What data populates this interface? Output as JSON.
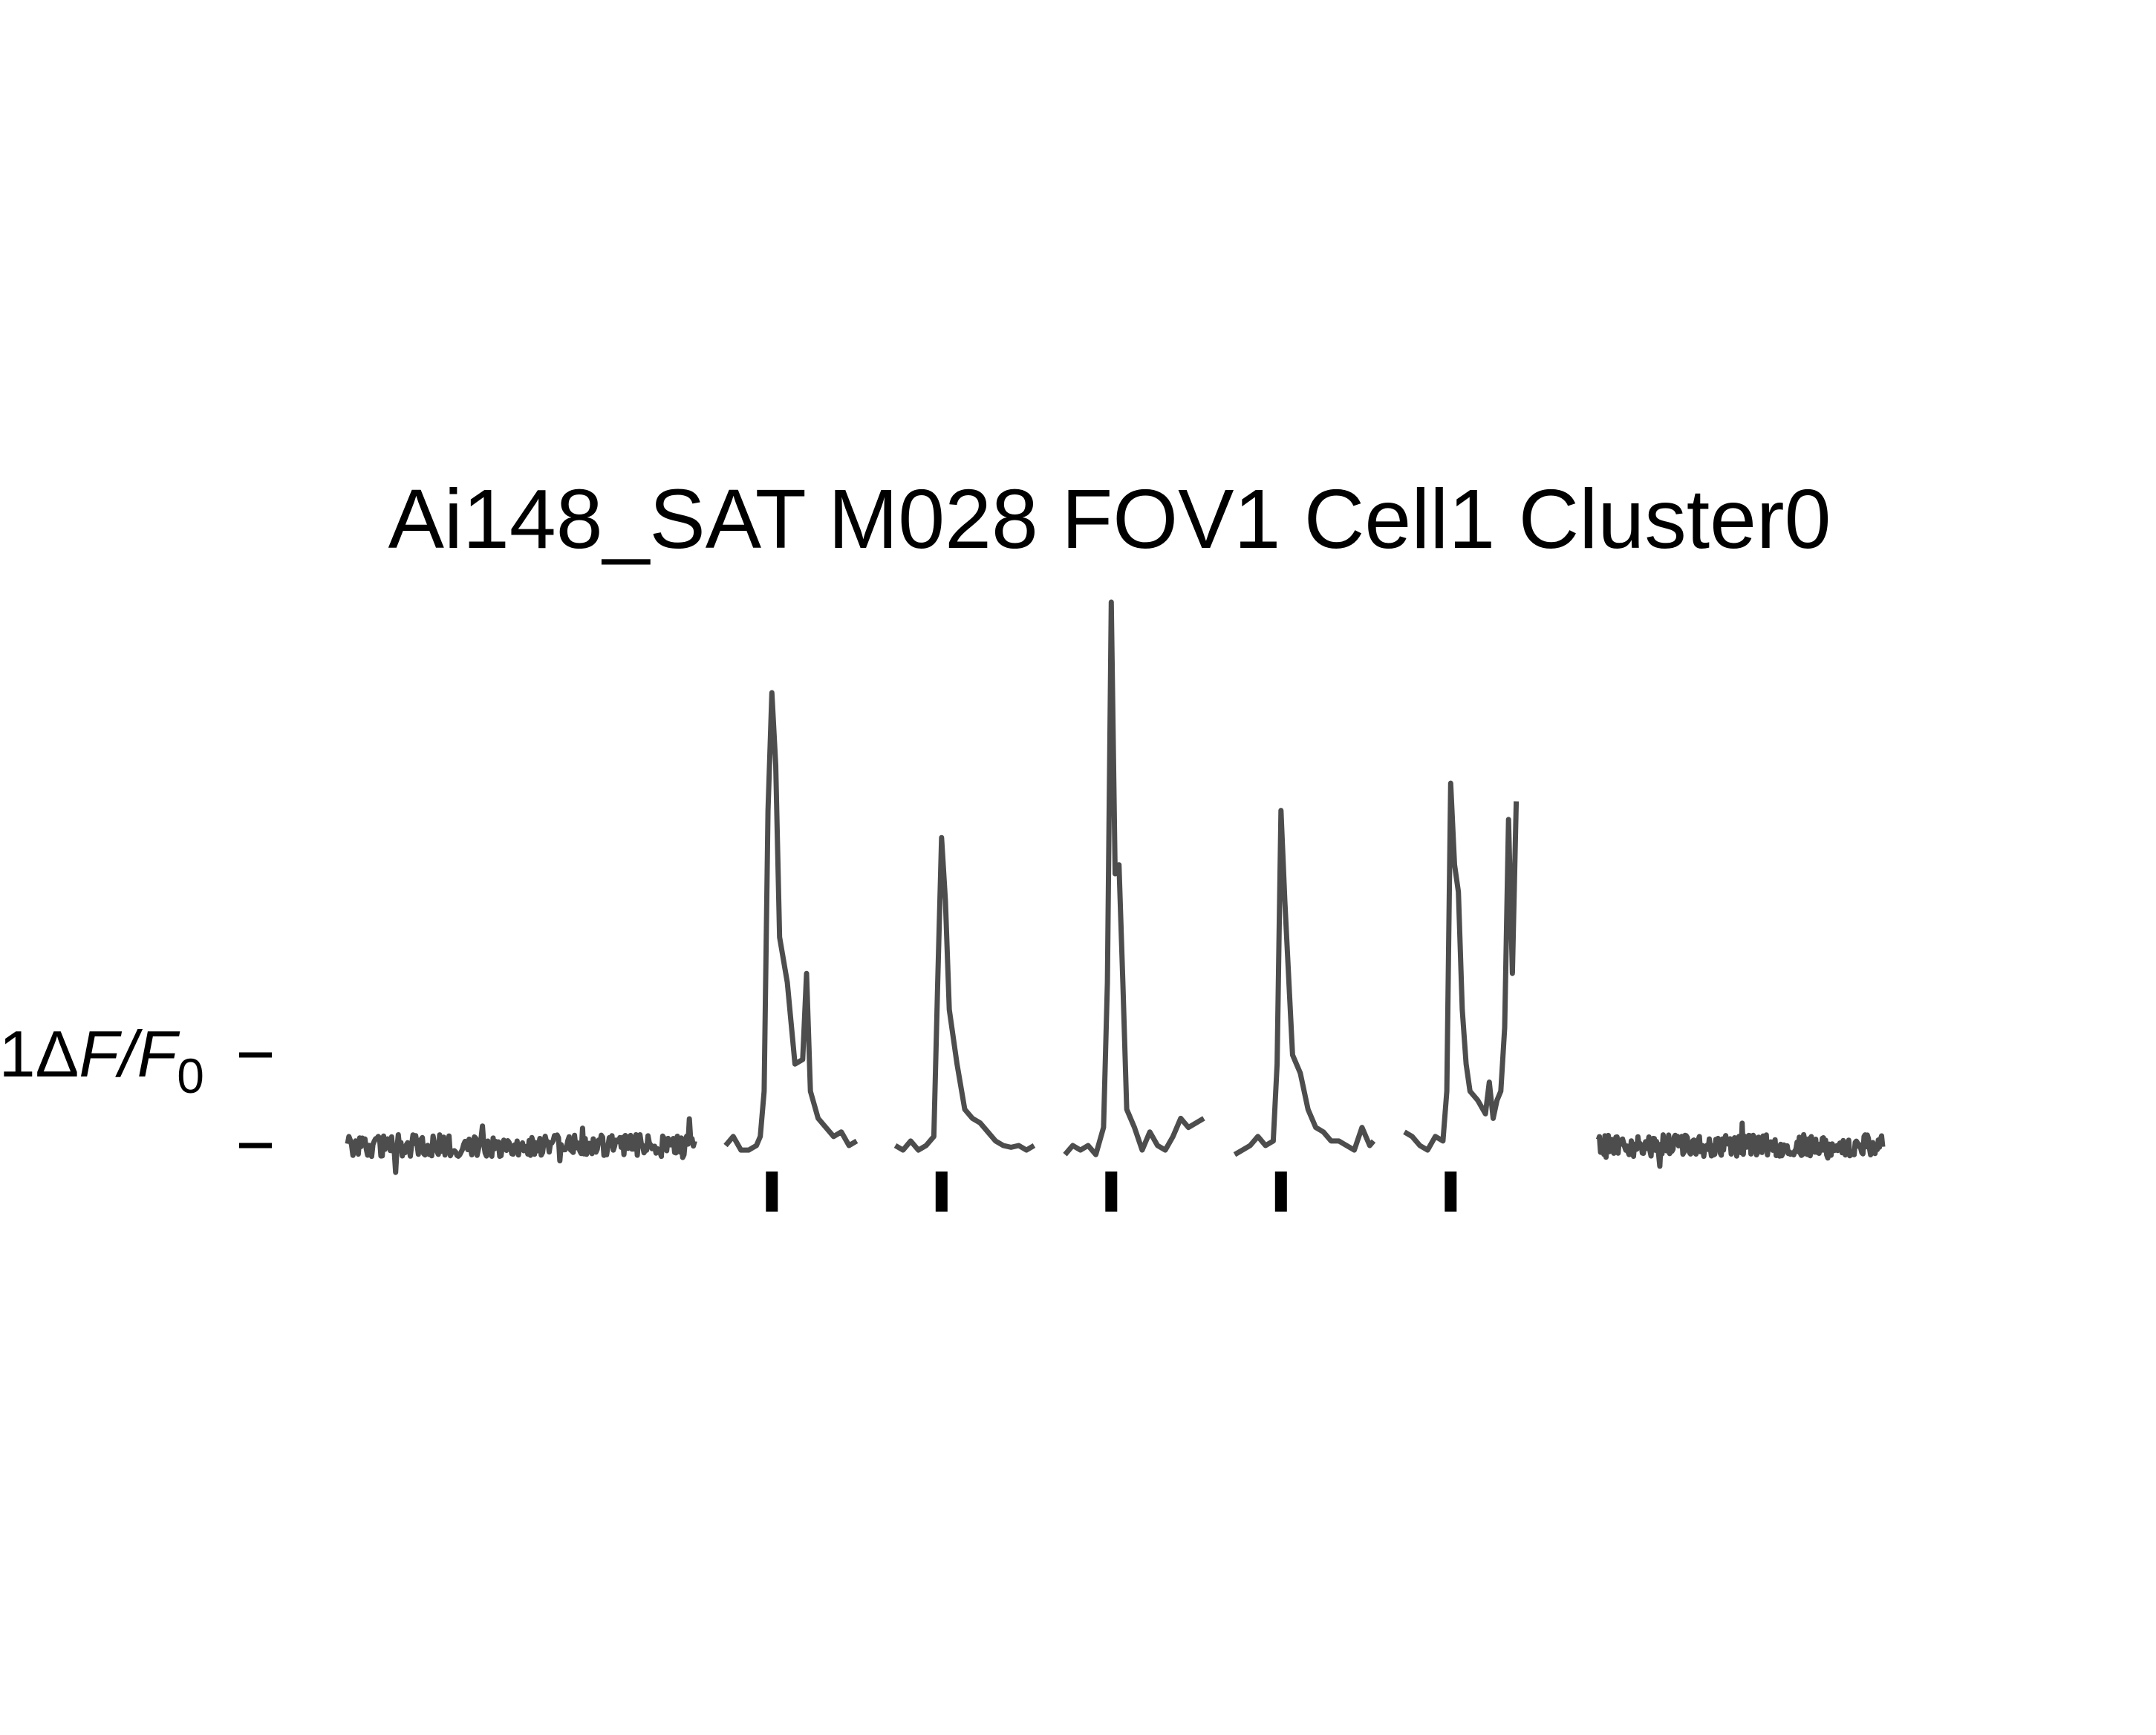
{
  "chart_data": {
    "type": "line",
    "title": "Ai148_SAT M028 FOV1 Cell1 Cluster0",
    "scale_bar_label": {
      "prefix": "1",
      "symbol": "Δ",
      "f": "F",
      "slash": "/",
      "f0": "F",
      "sub": "0"
    },
    "trace_color": "#4d4d4d",
    "marker_color": "#000000",
    "axes_visible": false,
    "y_baseline": 0,
    "y_scale_bar": 1,
    "stimulus_count": 5,
    "segments": [
      {
        "name": "baseline-pre",
        "kind": "noise",
        "start": 0,
        "end": 4.5,
        "amplitude": 0.12
      },
      {
        "name": "trial-1",
        "kind": "trial",
        "start": 4.9,
        "end": 6.6,
        "stim_time": 5.5,
        "points": [
          [
            4.9,
            0.0
          ],
          [
            5.0,
            0.1
          ],
          [
            5.1,
            -0.05
          ],
          [
            5.2,
            -0.05
          ],
          [
            5.3,
            0.0
          ],
          [
            5.35,
            0.1
          ],
          [
            5.4,
            0.6
          ],
          [
            5.45,
            3.7
          ],
          [
            5.5,
            5.0
          ],
          [
            5.55,
            4.2
          ],
          [
            5.6,
            2.3
          ],
          [
            5.7,
            1.8
          ],
          [
            5.8,
            0.9
          ],
          [
            5.9,
            0.95
          ],
          [
            5.95,
            1.9
          ],
          [
            6.0,
            0.6
          ],
          [
            6.1,
            0.3
          ],
          [
            6.2,
            0.2
          ],
          [
            6.3,
            0.1
          ],
          [
            6.4,
            0.15
          ],
          [
            6.5,
            0.0
          ],
          [
            6.6,
            0.05
          ]
        ]
      },
      {
        "name": "trial-2",
        "kind": "trial",
        "start": 7.1,
        "end": 8.9,
        "stim_time": 7.7,
        "points": [
          [
            7.1,
            0.0
          ],
          [
            7.2,
            -0.05
          ],
          [
            7.3,
            0.05
          ],
          [
            7.4,
            -0.05
          ],
          [
            7.5,
            0.0
          ],
          [
            7.6,
            0.1
          ],
          [
            7.65,
            1.8
          ],
          [
            7.7,
            3.4
          ],
          [
            7.75,
            2.7
          ],
          [
            7.8,
            1.5
          ],
          [
            7.9,
            0.9
          ],
          [
            8.0,
            0.4
          ],
          [
            8.1,
            0.3
          ],
          [
            8.2,
            0.25
          ],
          [
            8.3,
            0.15
          ],
          [
            8.4,
            0.05
          ],
          [
            8.5,
            0.0
          ],
          [
            8.6,
            -0.02
          ],
          [
            8.7,
            0.0
          ],
          [
            8.8,
            -0.05
          ],
          [
            8.9,
            0.0
          ]
        ]
      },
      {
        "name": "trial-3",
        "kind": "trial",
        "start": 9.3,
        "end": 11.1,
        "stim_time": 9.9,
        "points": [
          [
            9.3,
            -0.1
          ],
          [
            9.4,
            0.0
          ],
          [
            9.5,
            -0.05
          ],
          [
            9.6,
            0.0
          ],
          [
            9.7,
            -0.1
          ],
          [
            9.8,
            0.2
          ],
          [
            9.85,
            1.8
          ],
          [
            9.9,
            6.0
          ],
          [
            9.95,
            3.0
          ],
          [
            10.0,
            3.1
          ],
          [
            10.05,
            1.8
          ],
          [
            10.1,
            0.4
          ],
          [
            10.2,
            0.2
          ],
          [
            10.3,
            -0.05
          ],
          [
            10.4,
            0.15
          ],
          [
            10.5,
            0.0
          ],
          [
            10.6,
            -0.05
          ],
          [
            10.7,
            0.1
          ],
          [
            10.8,
            0.3
          ],
          [
            10.9,
            0.2
          ],
          [
            11.0,
            0.25
          ],
          [
            11.1,
            0.3
          ]
        ]
      },
      {
        "name": "trial-4",
        "kind": "trial",
        "start": 11.5,
        "end": 13.3,
        "stim_time": 12.1,
        "points": [
          [
            11.5,
            -0.1
          ],
          [
            11.6,
            -0.05
          ],
          [
            11.7,
            0.0
          ],
          [
            11.8,
            0.1
          ],
          [
            11.9,
            0.0
          ],
          [
            12.0,
            0.05
          ],
          [
            12.05,
            0.9
          ],
          [
            12.1,
            3.7
          ],
          [
            12.15,
            2.7
          ],
          [
            12.25,
            1.0
          ],
          [
            12.35,
            0.8
          ],
          [
            12.45,
            0.4
          ],
          [
            12.55,
            0.2
          ],
          [
            12.65,
            0.15
          ],
          [
            12.75,
            0.05
          ],
          [
            12.85,
            0.05
          ],
          [
            12.95,
            0.0
          ],
          [
            13.05,
            -0.05
          ],
          [
            13.15,
            0.2
          ],
          [
            13.25,
            0.0
          ],
          [
            13.3,
            0.05
          ]
        ]
      },
      {
        "name": "trial-5",
        "kind": "trial",
        "start": 13.7,
        "end": 15.7,
        "stim_time": 14.3,
        "points": [
          [
            13.7,
            0.15
          ],
          [
            13.8,
            0.1
          ],
          [
            13.9,
            0.0
          ],
          [
            14.0,
            -0.05
          ],
          [
            14.1,
            0.1
          ],
          [
            14.2,
            0.05
          ],
          [
            14.25,
            0.6
          ],
          [
            14.3,
            4.0
          ],
          [
            14.35,
            3.1
          ],
          [
            14.4,
            2.8
          ],
          [
            14.45,
            1.5
          ],
          [
            14.5,
            0.9
          ],
          [
            14.55,
            0.6
          ],
          [
            14.65,
            0.5
          ],
          [
            14.75,
            0.35
          ],
          [
            14.8,
            0.7
          ],
          [
            14.85,
            0.3
          ],
          [
            14.9,
            0.5
          ],
          [
            14.95,
            0.6
          ],
          [
            15.0,
            1.3
          ],
          [
            15.05,
            3.6
          ],
          [
            15.1,
            1.9
          ],
          [
            15.15,
            3.8
          ]
        ]
      },
      {
        "name": "baseline-post",
        "kind": "noise",
        "start": 16.2,
        "end": 19.9,
        "amplitude": 0.12
      }
    ]
  }
}
